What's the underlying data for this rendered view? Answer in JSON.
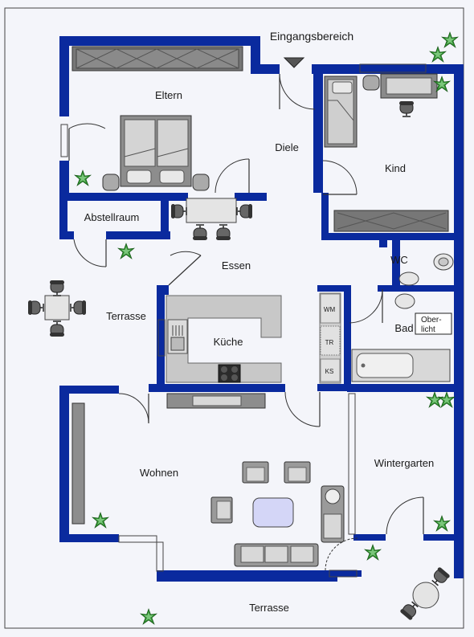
{
  "rooms": {
    "eingang": "Eingangsbereich",
    "eltern": "Eltern",
    "diele": "Diele",
    "kind": "Kind",
    "abstellraum": "Abstellraum",
    "essen": "Essen",
    "wc": "WC",
    "terrasse_west": "Terrasse",
    "kueche": "Küche",
    "bad": "Bad",
    "wohnen": "Wohnen",
    "wintergarten": "Wintergarten",
    "terrasse_sued": "Terrasse"
  },
  "appliances": {
    "wm": "WM",
    "tr": "TR",
    "ks": "KS"
  },
  "skylight": {
    "line1": "Ober-",
    "line2": "licht"
  },
  "colors": {
    "wall": "#0a2a9e",
    "background": "#f4f5fa",
    "plant": "#2e8b2e"
  }
}
